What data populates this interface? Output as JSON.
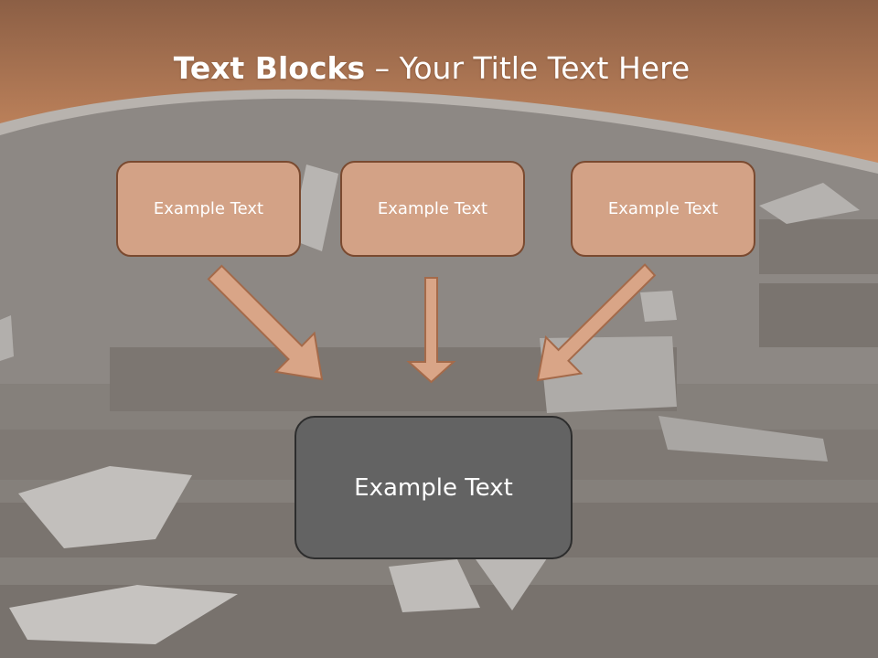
{
  "slide": {
    "title_bold": "Text Blocks",
    "title_sep": " – ",
    "title_rest": "Your Title Text Here"
  },
  "blocks": [
    {
      "label": "Example Text"
    },
    {
      "label": "Example Text"
    },
    {
      "label": "Example Text"
    }
  ],
  "target": {
    "label": "Example Text"
  },
  "colors": {
    "header": "#c4845a",
    "box_fill": "#d3a286",
    "box_border": "#7a4a30",
    "target_fill": "#636363",
    "arrow_fill": "#d9a587"
  }
}
